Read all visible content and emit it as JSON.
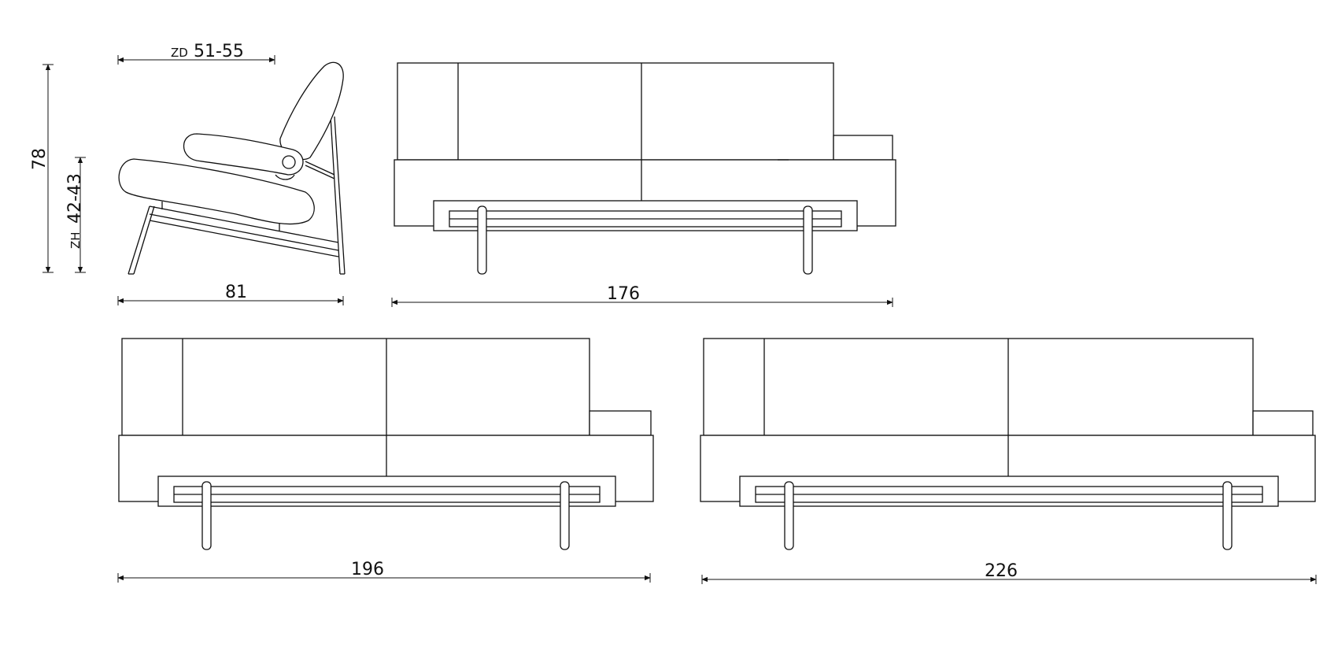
{
  "dimensions": {
    "seat_depth_prefix": "ZD",
    "seat_depth": "51-55",
    "total_height": "78",
    "seat_height_prefix": "ZH",
    "seat_height": "42-43",
    "side_depth": "81",
    "width_small": "176",
    "width_medium": "196",
    "width_large": "226"
  },
  "colors": {
    "line": "#111111",
    "background": "#ffffff"
  }
}
